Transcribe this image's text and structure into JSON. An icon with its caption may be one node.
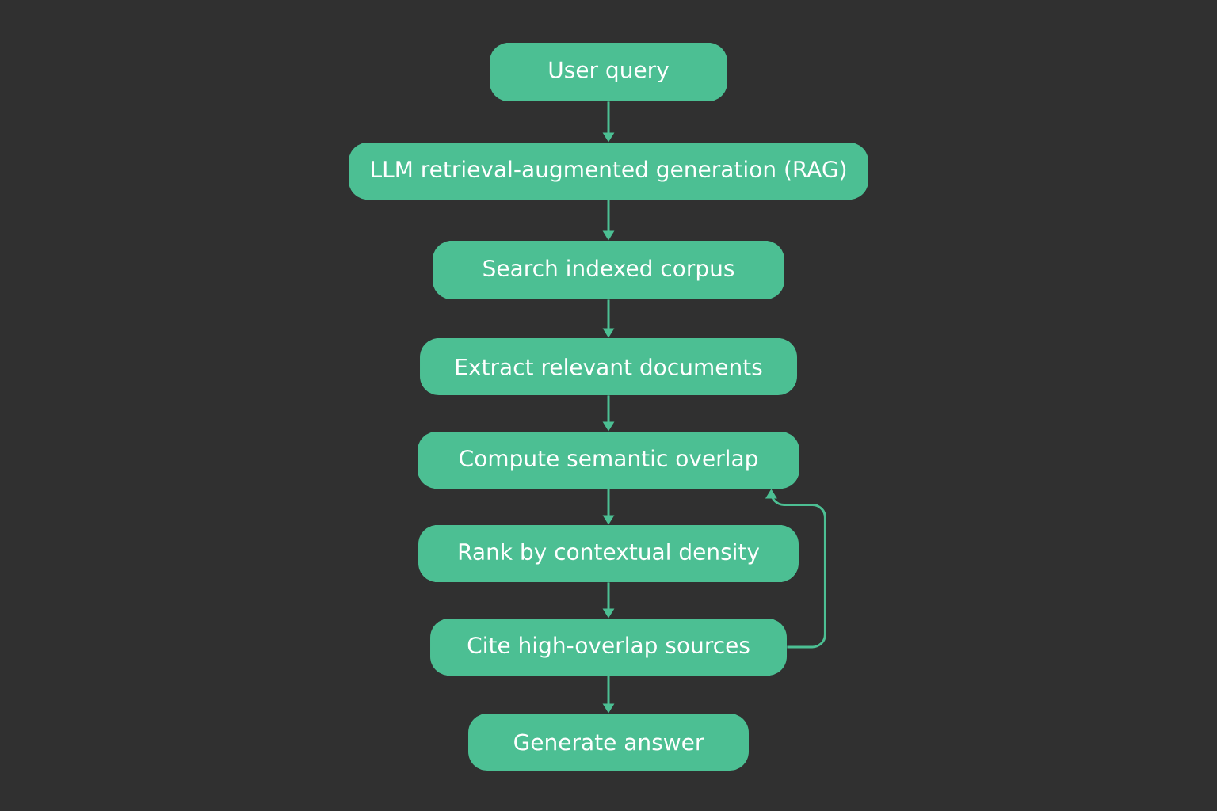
{
  "diagram": {
    "nodes": [
      {
        "text": [
          "User query"
        ]
      },
      {
        "text": [
          "LLM retrieval-augmented generation (RAG)"
        ]
      },
      {
        "text": [
          "Search indexed corpus"
        ]
      },
      {
        "text": [
          "Extract relevant documents"
        ]
      },
      {
        "text": [
          "Compute semantic overlap"
        ]
      },
      {
        "text": [
          "Rank by contextual density"
        ]
      },
      {
        "text": [
          "Cite high-overlap sources"
        ]
      },
      {
        "text": [
          "Generate answer"
        ]
      }
    ],
    "edges": [
      {
        "from": 0,
        "to": 1,
        "arrow": "to"
      },
      {
        "from": 1,
        "to": 2,
        "arrow": "to"
      },
      {
        "from": 2,
        "to": 3,
        "arrow": "to"
      },
      {
        "from": 3,
        "to": 4,
        "arrow": "to"
      },
      {
        "from": 4,
        "to": 5,
        "arrow": "to"
      },
      {
        "from": 5,
        "to": 6,
        "arrow": "to"
      },
      {
        "from": 6,
        "to": 7,
        "arrow": "to"
      },
      {
        "from": 6,
        "to": 4,
        "arrow": "to"
      }
    ]
  }
}
